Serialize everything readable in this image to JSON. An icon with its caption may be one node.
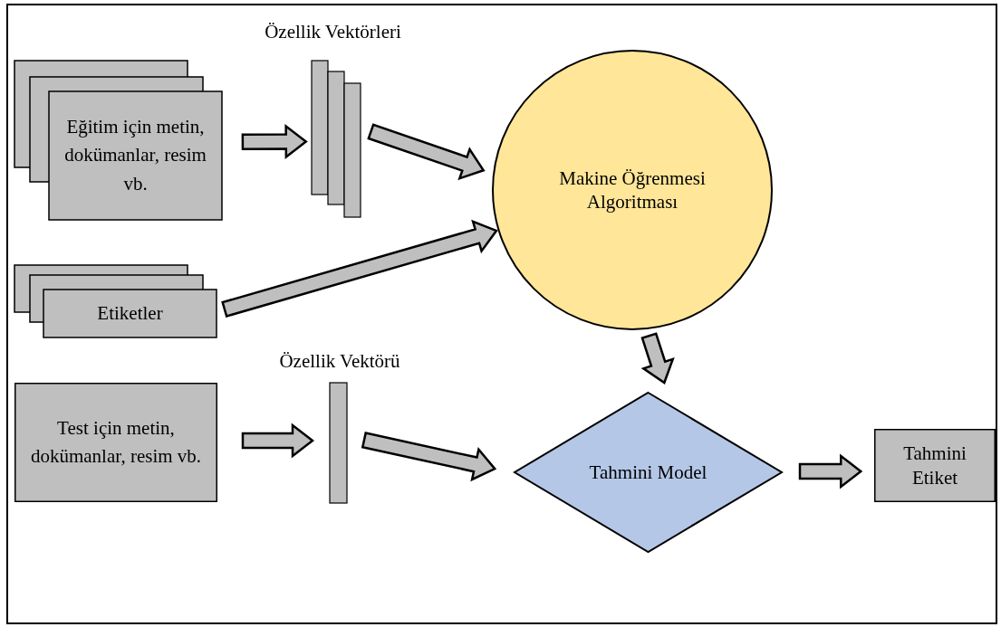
{
  "diagram": {
    "nodes": [
      {
        "text": [
          "Eğitim için metin, dokümanlar, resim vb."
        ]
      },
      {
        "text": [
          "Özellik Vektörleri"
        ]
      },
      {
        "text": [
          "Etiketler"
        ]
      },
      {
        "text": [
          "Makine Öğrenmesi Algoritması"
        ]
      },
      {
        "text": [
          "Test için metin, dokümanlar, resim vb."
        ]
      },
      {
        "text": [
          "Özellik Vektörü"
        ]
      },
      {
        "text": [
          "Tahmini Model"
        ]
      },
      {
        "text": [
          "Tahmini Etiket"
        ]
      }
    ],
    "edges": [
      {
        "from": 0,
        "to": 1,
        "arrow": "to"
      },
      {
        "from": 1,
        "to": 3,
        "arrow": "to"
      },
      {
        "from": 2,
        "to": 3,
        "arrow": "to"
      },
      {
        "from": 3,
        "to": 6,
        "arrow": "to"
      },
      {
        "from": 4,
        "to": 5,
        "arrow": "to"
      },
      {
        "from": 5,
        "to": 6,
        "arrow": "to"
      },
      {
        "from": 6,
        "to": 7,
        "arrow": "to"
      }
    ]
  }
}
